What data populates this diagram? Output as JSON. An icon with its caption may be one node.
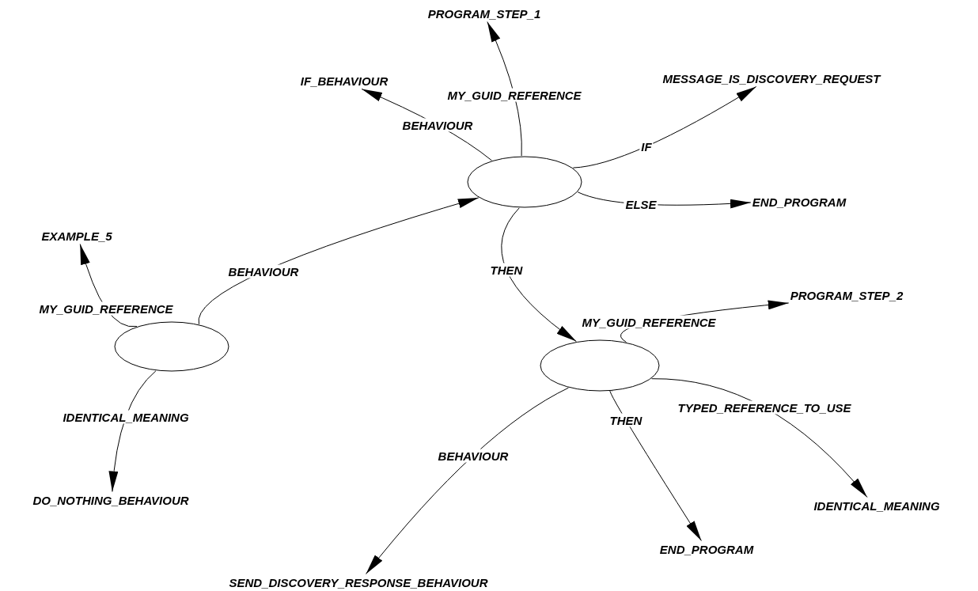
{
  "diagram": {
    "nodes": [
      {
        "text": [
          "PROGRAM_STEP_1"
        ]
      },
      {
        "text": [
          "IF_BEHAVIOUR"
        ]
      },
      {
        "text": [
          "MESSAGE_IS_DISCOVERY_REQUEST"
        ]
      },
      {
        "text": [],
        "shape": "ellipse"
      },
      {
        "text": [
          "END_PROGRAM"
        ]
      },
      {
        "text": [
          "EXAMPLE_5"
        ]
      },
      {
        "text": [
          "PROGRAM_STEP_2"
        ]
      },
      {
        "text": [],
        "shape": "ellipse"
      },
      {
        "text": [],
        "shape": "ellipse"
      },
      {
        "text": [
          "DO_NOTHING_BEHAVIOUR"
        ]
      },
      {
        "text": [
          "IDENTICAL_MEANING"
        ]
      },
      {
        "text": [
          "END_PROGRAM"
        ]
      },
      {
        "text": [
          "SEND_DISCOVERY_RESPONSE_BEHAVIOUR"
        ]
      }
    ],
    "edges": [
      {
        "from": 3,
        "to": 0,
        "arrow": "to",
        "label": "MY_GUID_REFERENCE"
      },
      {
        "from": 3,
        "to": 1,
        "arrow": "to",
        "label": "BEHAVIOUR"
      },
      {
        "from": 3,
        "to": 2,
        "arrow": "to",
        "label": "IF"
      },
      {
        "from": 3,
        "to": 4,
        "arrow": "to",
        "label": "ELSE"
      },
      {
        "from": 3,
        "to": 8,
        "arrow": "to",
        "label": "THEN"
      },
      {
        "from": 7,
        "to": 3,
        "arrow": "to",
        "label": "BEHAVIOUR"
      },
      {
        "from": 7,
        "to": 5,
        "arrow": "to",
        "label": "MY_GUID_REFERENCE"
      },
      {
        "from": 7,
        "to": 9,
        "arrow": "to",
        "label": "IDENTICAL_MEANING"
      },
      {
        "from": 8,
        "to": 6,
        "arrow": "to",
        "label": "MY_GUID_REFERENCE"
      },
      {
        "from": 8,
        "to": 12,
        "arrow": "to",
        "label": "BEHAVIOUR"
      },
      {
        "from": 8,
        "to": 11,
        "arrow": "to",
        "label": "THEN"
      },
      {
        "from": 8,
        "to": 10,
        "arrow": "to",
        "label": "TYPED_REFERENCE_TO_USE"
      }
    ]
  }
}
